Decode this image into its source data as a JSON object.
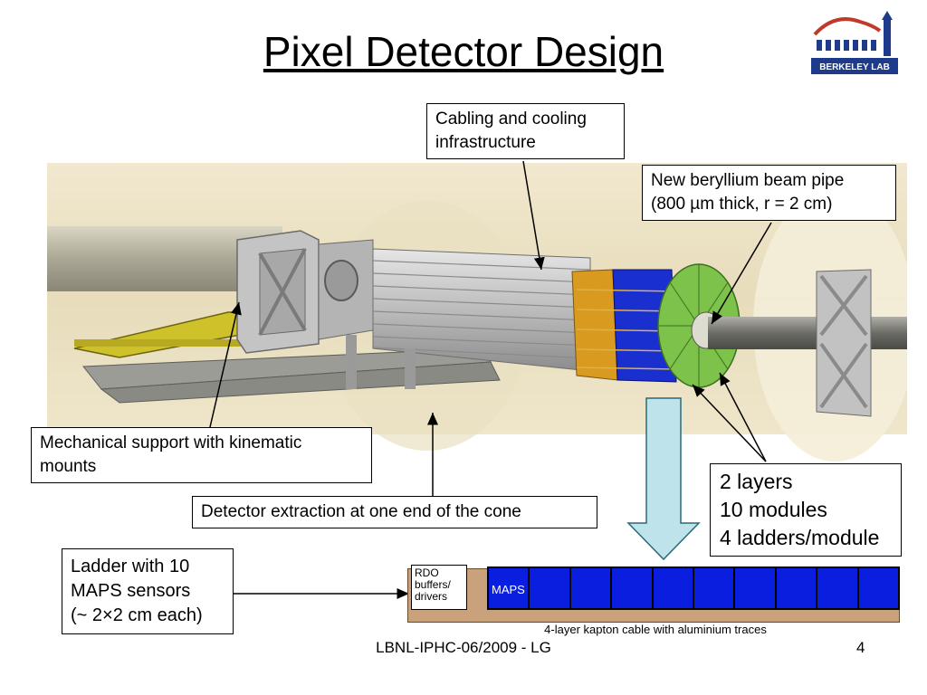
{
  "title": "Pixel Detector Design",
  "logo": {
    "text": "Berkeley Lab",
    "icon": "berkeley-lab-logo"
  },
  "callouts": {
    "cabling": [
      "Cabling and cooling",
      "infrastructure"
    ],
    "beam_pipe": [
      "New beryllium beam pipe",
      "(800 µm thick, r = 2 cm)"
    ],
    "mechanical": [
      "Mechanical support with kinematic",
      "mounts"
    ],
    "extraction": [
      "Detector extraction at one end of the cone"
    ],
    "layers": [
      "2 layers",
      "10 modules",
      "4 ladders/module"
    ],
    "ladder": [
      "Ladder with 10",
      "MAPS sensors",
      "(~ 2×2 cm each)"
    ]
  },
  "ladder_diagram": {
    "rdo_lines": [
      "RDO",
      "buffers/",
      "drivers"
    ],
    "maps_label": "MAPS",
    "sensor_count": 10,
    "kapton_label": "4-layer kapton cable with aluminium traces",
    "colors": {
      "kapton": "#c9a27c",
      "sensor": "#0a1ee0",
      "border": "#000000"
    }
  },
  "footer": "LBNL-IPHC-06/2009 - LG",
  "page_number": "4",
  "colors": {
    "arrow_fill": "#bfe3ea",
    "arrow_stroke": "#2a6b78"
  }
}
